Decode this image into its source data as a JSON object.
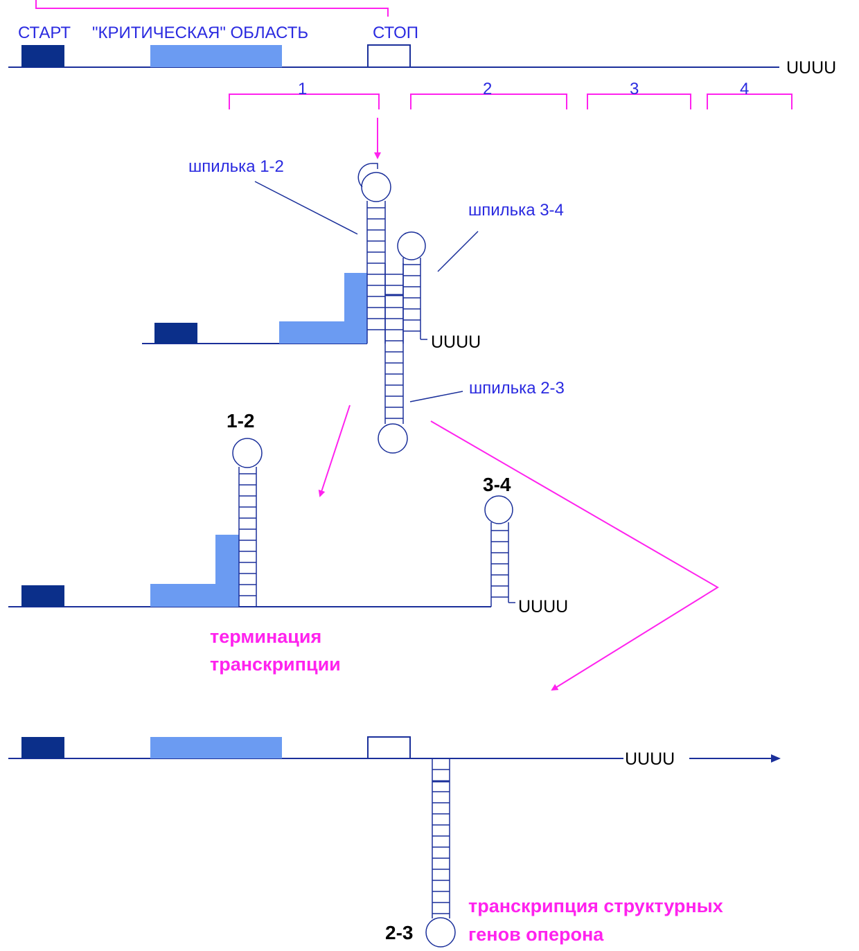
{
  "colors": {
    "line": "#1a2f9a",
    "dark_block": "#0b2f8a",
    "light_block": "#6b9bf2",
    "magenta": "#ff22ee",
    "label_blue": "#2a2ae0"
  },
  "header": {
    "start": "СТАРТ",
    "critical": "\"КРИТИЧЕСКАЯ\" ОБЛАСТЬ",
    "stop": "СТОП",
    "poly_u": "UUUU"
  },
  "regions": [
    "1",
    "2",
    "3",
    "4"
  ],
  "labels": {
    "hairpin_12": "шпилька 1-2",
    "hairpin_34": "шпилька 3-4",
    "hairpin_23": "шпилька 2-3",
    "poly_u": "UUUU"
  },
  "termination": {
    "stem_12": "1-2",
    "stem_34": "3-4",
    "caption_line1": "терминация",
    "caption_line2": "транскрипции",
    "poly_u": "UUUU"
  },
  "antitermination": {
    "stem_23": "2-3",
    "caption_line1": "транскрипция структурных",
    "caption_line2": "генов оперона",
    "poly_u": "UUUU"
  }
}
